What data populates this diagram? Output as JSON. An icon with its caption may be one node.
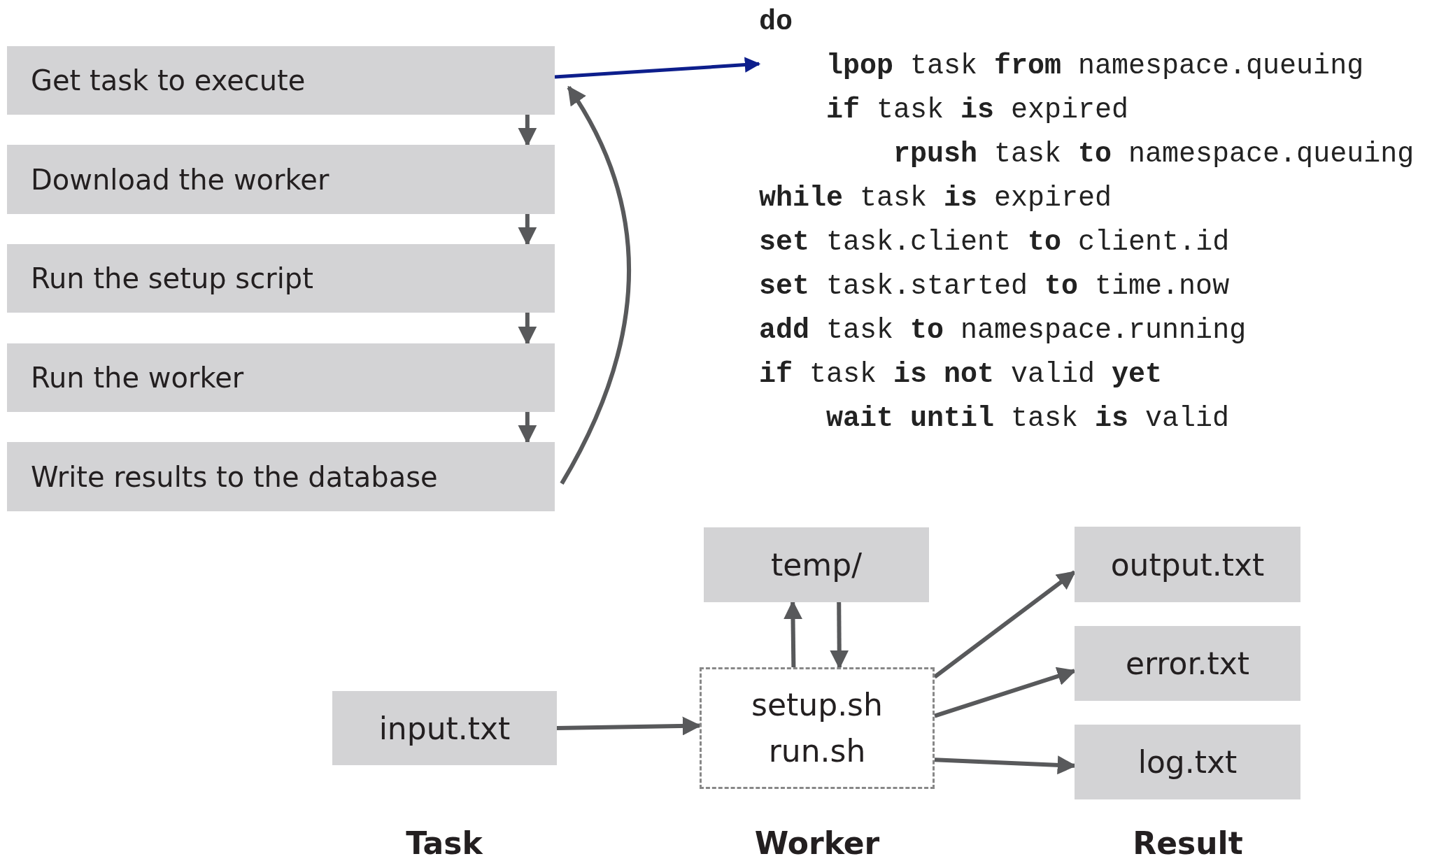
{
  "diagram": {
    "nodes": [
      {
        "text": [
          "Get task to execute"
        ]
      },
      {
        "text": [
          "Download the worker"
        ]
      },
      {
        "text": [
          "Run the setup script"
        ]
      },
      {
        "text": [
          "Run the worker"
        ]
      },
      {
        "text": [
          "Write results to the database"
        ]
      },
      {
        "text": [
          "**do**",
          "**lpop** task **from** namespace.queuing",
          "**if** task **is** expired",
          "**rpush** task **to** namespace.queuing",
          "**while** task **is** expired",
          "**set** task.client **to** client.id",
          "**set** task.started **to** time.now",
          "**add** task **to** namespace.running",
          "**if** task **is not** valid **yet**",
          "**wait until** task **is** valid"
        ]
      },
      {
        "text": [
          "temp/"
        ]
      },
      {
        "text": [
          "input.txt"
        ]
      },
      {
        "text": [
          "setup.sh",
          "run.sh"
        ]
      },
      {
        "text": [
          "output.txt"
        ]
      },
      {
        "text": [
          "error.txt"
        ]
      },
      {
        "text": [
          "log.txt"
        ]
      }
    ],
    "edges": [
      {
        "from": 0,
        "to": 5,
        "arrow": "to",
        "color": "#0d1e8c"
      },
      {
        "from": 0,
        "to": 1,
        "arrow": "to"
      },
      {
        "from": 1,
        "to": 2,
        "arrow": "to"
      },
      {
        "from": 2,
        "to": 3,
        "arrow": "to"
      },
      {
        "from": 3,
        "to": 4,
        "arrow": "to"
      },
      {
        "from": 4,
        "to": 0,
        "arrow": "to"
      },
      {
        "from": 8,
        "to": 6,
        "arrow": "to"
      },
      {
        "from": 6,
        "to": 8,
        "arrow": "to"
      },
      {
        "from": 7,
        "to": 8,
        "arrow": "to"
      },
      {
        "from": 8,
        "to": 9,
        "arrow": "to"
      },
      {
        "from": 8,
        "to": 10,
        "arrow": "to"
      },
      {
        "from": 8,
        "to": 11,
        "arrow": "to"
      }
    ],
    "labels": [
      "Task",
      "Worker",
      "Result"
    ]
  }
}
